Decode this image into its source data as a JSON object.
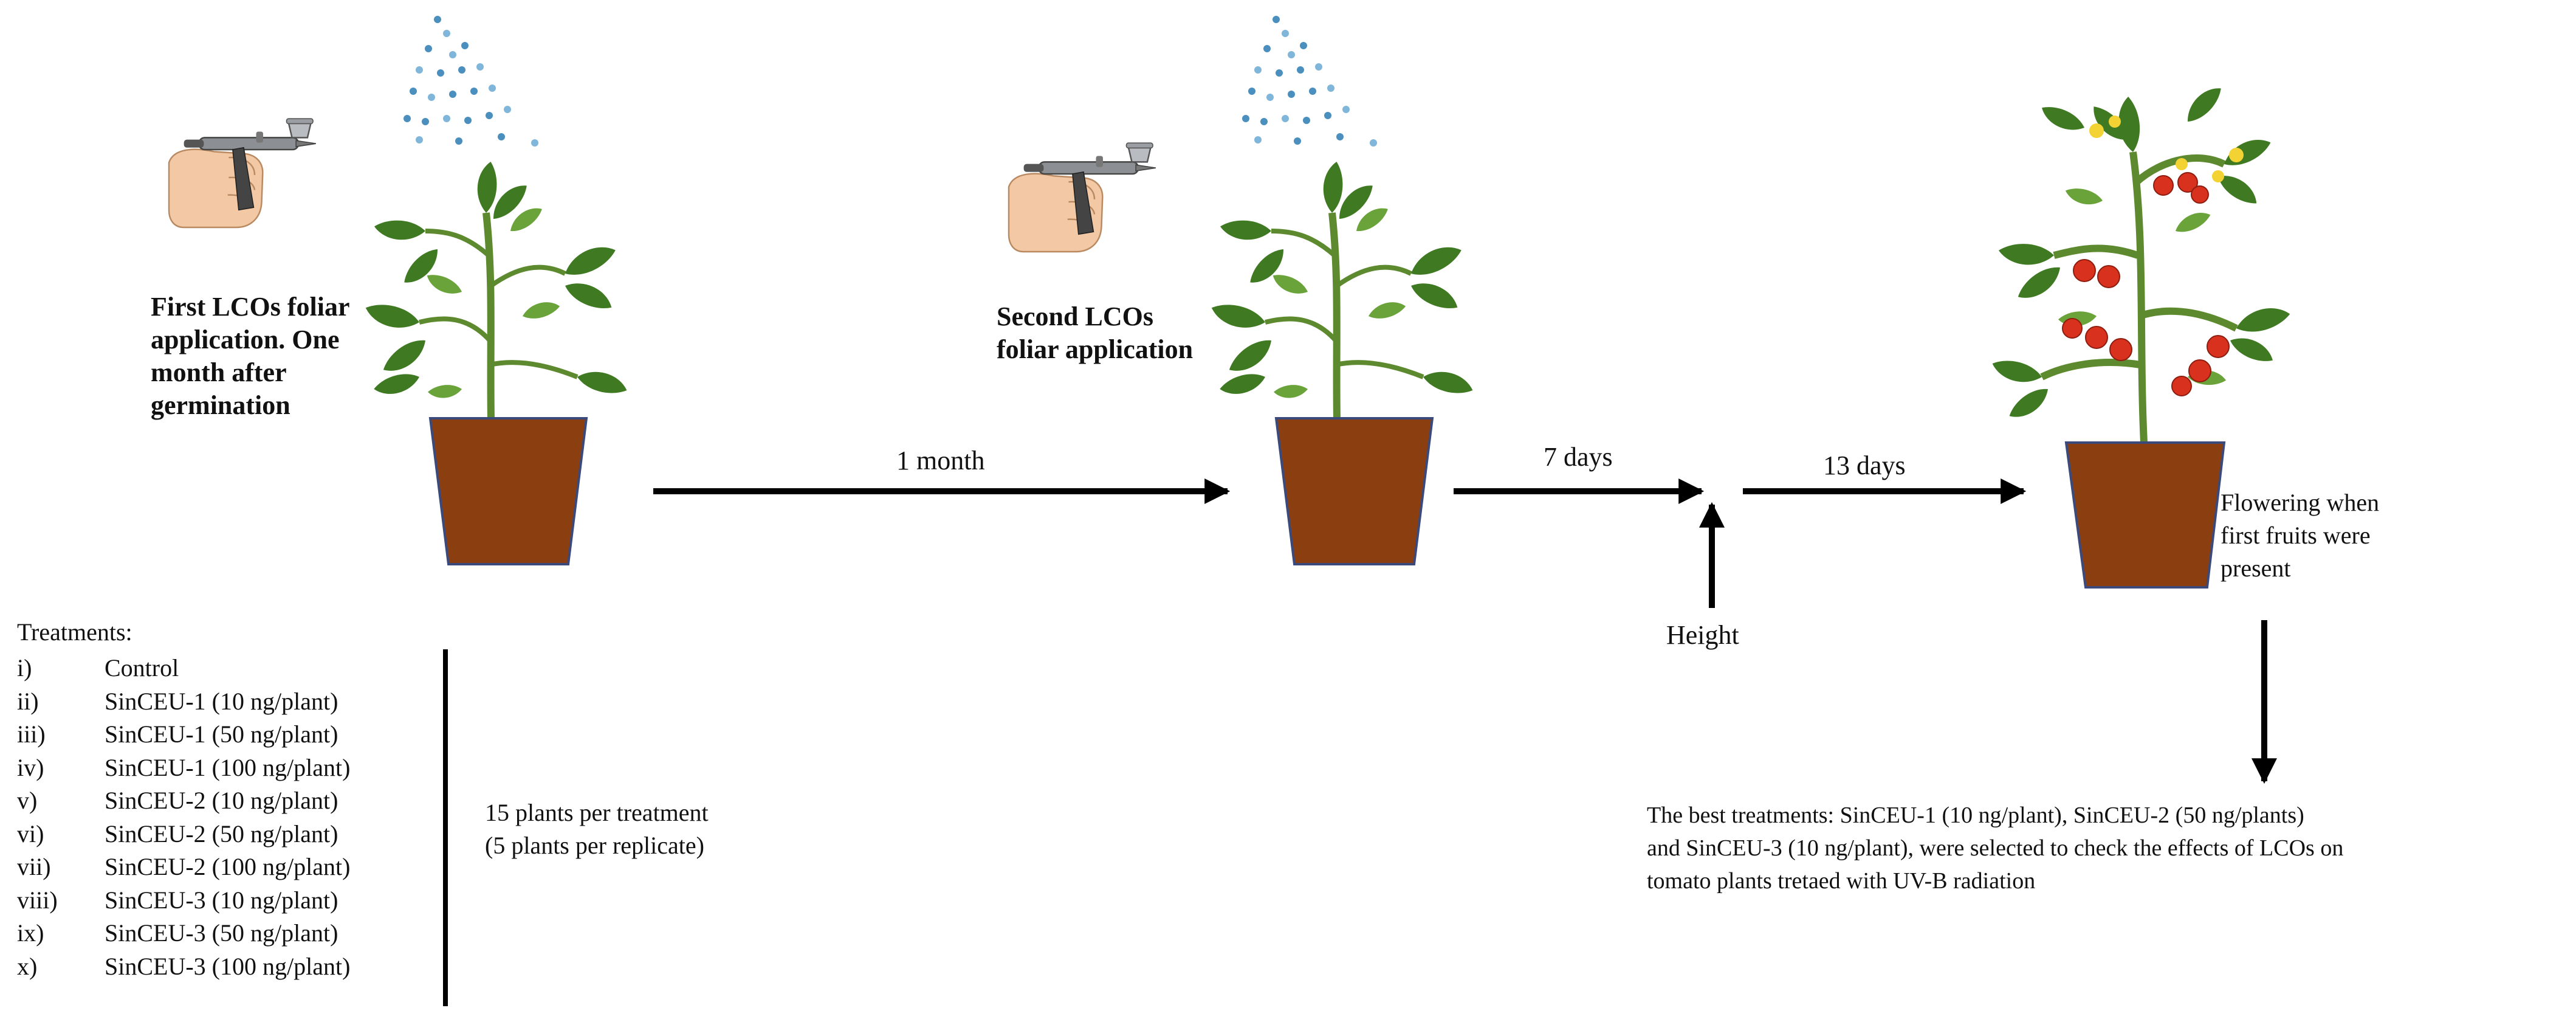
{
  "stages": {
    "first": {
      "caption_lines": [
        "First LCOs foliar",
        "application. One",
        "month after",
        "germination"
      ]
    },
    "second": {
      "caption_lines": [
        "Second LCOs",
        "foliar application"
      ]
    },
    "third": {
      "caption_lines": [
        "Flowering when",
        "first fruits were",
        "present"
      ]
    }
  },
  "arrows": {
    "one_month": "1 month",
    "seven_days": "7 days",
    "thirteen_days": "13 days",
    "height": "Height"
  },
  "treatments": {
    "title": "Treatments:",
    "items": [
      {
        "num": "i)",
        "label": "Control"
      },
      {
        "num": "ii)",
        "label": "SinCEU-1 (10 ng/plant)"
      },
      {
        "num": "iii)",
        "label": "SinCEU-1 (50 ng/plant)"
      },
      {
        "num": "iv)",
        "label": "SinCEU-1 (100 ng/plant)"
      },
      {
        "num": "v)",
        "label": "SinCEU-2 (10 ng/plant)"
      },
      {
        "num": "vi)",
        "label": "SinCEU-2 (50 ng/plant)"
      },
      {
        "num": "vii)",
        "label": "SinCEU-2 (100 ng/plant)"
      },
      {
        "num": "viii)",
        "label": "SinCEU-3 (10 ng/plant)"
      },
      {
        "num": "ix)",
        "label": "SinCEU-3 (50 ng/plant)"
      },
      {
        "num": "x)",
        "label": "SinCEU-3 (100 ng/plant)"
      }
    ],
    "summary_lines": [
      "15 plants per treatment",
      "(5 plants per replicate)"
    ]
  },
  "conclusion": {
    "lines": [
      "The best treatments: SinCEU-1 (10 ng/plant), SinCEU-2 (50 ng/plants)",
      "and SinCEU-3 (10 ng/plant), were selected to check the effects of LCOs on",
      "tomato plants tretaed with UV-B radiation"
    ]
  },
  "colors": {
    "pot": "#8B3F10",
    "pot_outline": "#3b4a7a",
    "leaf": "#3f7a22",
    "leaf_light": "#6aa33a",
    "stem": "#5d8a2f",
    "tomato": "#d8321f",
    "flower": "#f3d233",
    "spray_dot": "#4a8fbd",
    "arrow": "#000000"
  }
}
